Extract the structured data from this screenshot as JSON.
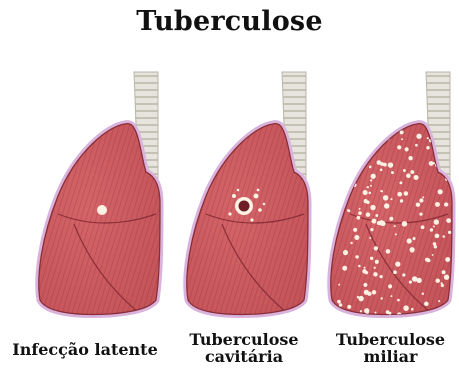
{
  "title": "Tuberculose",
  "panels": [
    {
      "caption_lines": [
        "Infecção latente"
      ],
      "variant": "latent"
    },
    {
      "caption_lines": [
        "Tuberculose",
        "cavitária"
      ],
      "variant": "cavitary"
    },
    {
      "caption_lines": [
        "Tuberculose",
        "miliar"
      ],
      "variant": "miliary"
    }
  ],
  "colors": {
    "lung_fill": "#c4545a",
    "lung_edge": "#8a2f38",
    "pleura": "#d9b3dc",
    "trachea": "#e6e4dc",
    "trachea_ring": "#b9b5a8",
    "lesion": "#fbf2e4"
  }
}
